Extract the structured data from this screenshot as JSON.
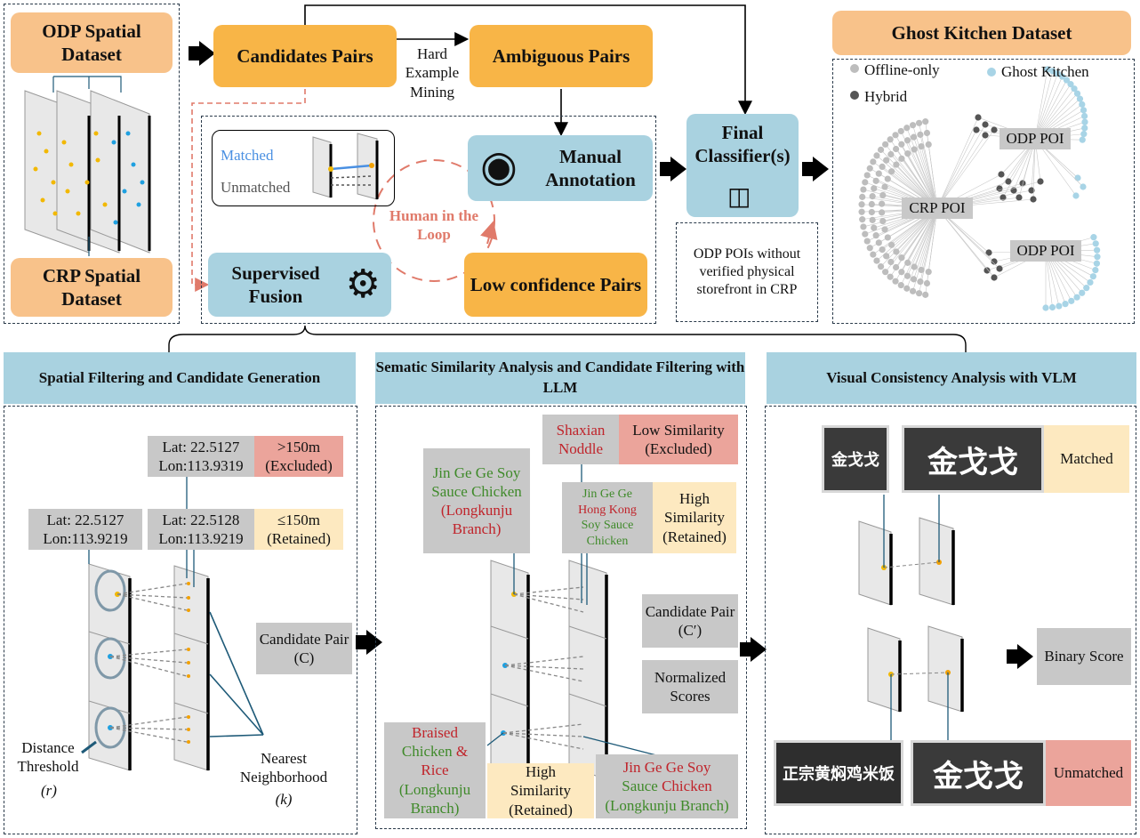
{
  "top": {
    "odp_dataset": "ODP Spatial Dataset",
    "crp_dataset": "CRP Spatial Dataset",
    "candidates_pairs": "Candidates Pairs",
    "hard_example": "Hard Example Mining",
    "ambiguous_pairs": "Ambiguous Pairs",
    "matched": "Matched",
    "unmatched": "Unmatched",
    "manual_annotation": "Manual Annotation",
    "human_loop": "Human in the Loop",
    "supervised_fusion": "Supervised Fusion",
    "low_confidence": "Low confidence Pairs",
    "final_classifier": "Final Classifier(s)",
    "odp_without": "ODP POIs without verified physical storefront in CRP",
    "ghost_dataset": "Ghost Kitchen Dataset",
    "legend_offline": "Offline-only",
    "legend_hybrid": "Hybrid",
    "legend_ghost": "Ghost Kitchen",
    "odp_poi_1": "ODP POI",
    "odp_poi_2": "ODP POI",
    "crp_poi": "CRP POI"
  },
  "spatial": {
    "header": "Spatial Filtering and Candidate Generation",
    "lat1": "Lat: 22.5127",
    "lon1": "Lon:113.9319",
    "excluded_dist": ">150m",
    "excluded": "(Excluded)",
    "lat2": "Lat: 22.5127",
    "lon2": "Lon:113.9219",
    "lat3": "Lat: 22.5128",
    "lon3": "Lon:113.9219",
    "retained_dist": "≤150m",
    "retained": "(Retained)",
    "candidate_pair": "Candidate Pair (C)",
    "distance": "Distance Threshold",
    "r": "(r)",
    "nearest": "Nearest Neighborhood",
    "k": "(k)"
  },
  "semantic": {
    "header": "Sematic Similarity Analysis and Candidate Filtering with LLM",
    "shaxian": "Shaxian Noddle",
    "low_sim": "Low Similarity (Excluded)",
    "jgg_a": "Jin Ge Ge Soy Sauce Chicken",
    "jgg_b": "(Longkunju Branch)",
    "hk_a": "Jin Ge Ge",
    "hk_b": "Hong Kong",
    "hk_c": "Soy Sauce Chicken",
    "high_sim": "High Similarity (Retained)",
    "cand_c2": "Candidate Pair (C′)",
    "normalized": "Normalized Scores",
    "braised_a": "Braised",
    "braised_b": "Chicken",
    "braised_amp": "&",
    "braised_c": "Rice",
    "braised_d": "(Longkunju Branch)",
    "high_sim2_a": "High",
    "high_sim2_b": "Similarity",
    "high_sim2_c": "(Retained)",
    "jgg2_a": "Jin Ge Ge Soy",
    "jgg2_b": "Sauce",
    "jgg2_c": "Chicken",
    "jgg2_d": "(Longkunju Branch)"
  },
  "visual": {
    "header": "Visual Consistency Analysis with VLM",
    "matched": "Matched",
    "binary": "Binary Score",
    "unmatched": "Unmatched",
    "logo_text": "金戈戈",
    "shop_text": "正宗黄焖鸡米饭"
  }
}
